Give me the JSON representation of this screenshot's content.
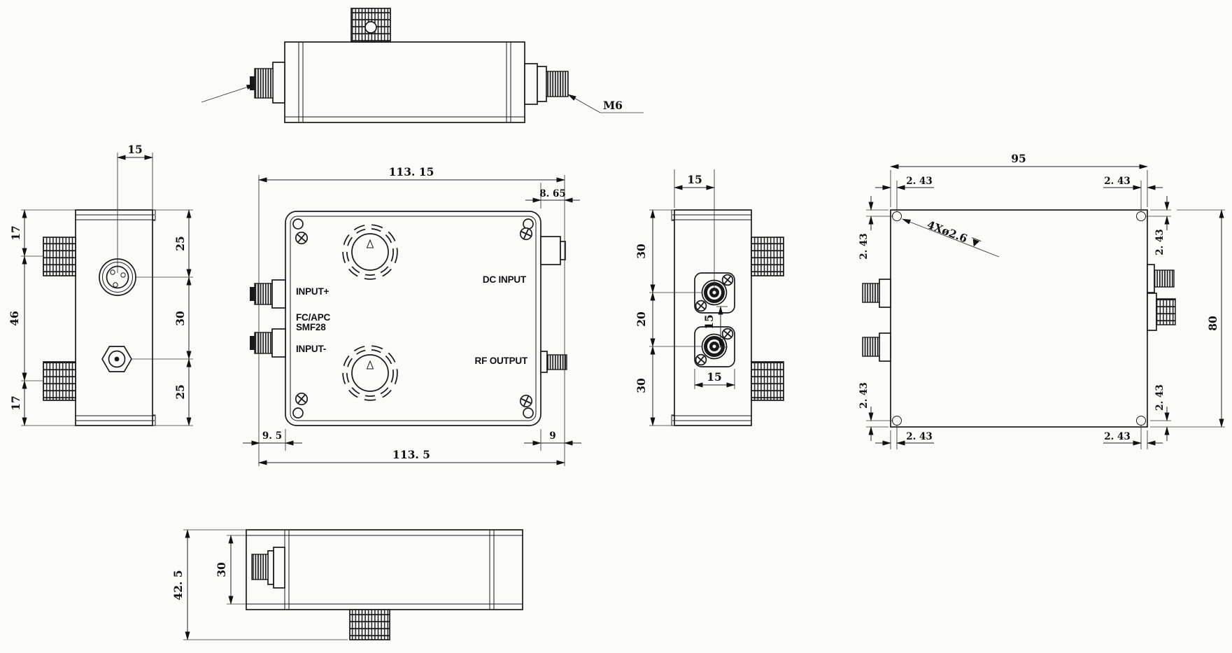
{
  "sheet": {
    "background": "#fbfbf9",
    "line_color": "#1a1a1a"
  },
  "top_view": {
    "thread_callout": "M6"
  },
  "left_view": {
    "dim_connector_offset": "15",
    "dim_left_top": "17",
    "dim_left_middle": "46",
    "dim_left_bottom": "17",
    "dim_right_top": "25",
    "dim_right_middle": "30",
    "dim_right_bottom": "25"
  },
  "front_view": {
    "dim_overall_width_top": "113. 15",
    "dim_dc_offset": "8. 65",
    "dim_fiber_offset": "9. 5",
    "dim_rf_offset": "9",
    "dim_overall_width_bottom": "113. 5",
    "label_input_plus": "INPUT+",
    "label_connector": "FC/APC",
    "label_fiber": "SMF28",
    "label_input_minus": "INPUT-",
    "label_dc_input": "DC INPUT",
    "label_rf_output": "RF OUTPUT"
  },
  "right_view": {
    "dim_connector_offset": "15",
    "dim_top_spacing": "30",
    "dim_middle_spacing": "20",
    "dim_bottom_spacing": "30",
    "dim_flange_width": "15",
    "dim_flange_height": "15"
  },
  "back_view": {
    "dim_width": "95",
    "dim_height": "80",
    "hole_callout": "4Xø2.6",
    "dim_tl_h": "2. 43",
    "dim_tl_v": "2. 43",
    "dim_tr_h": "2. 43",
    "dim_tr_v": "2. 43",
    "dim_bl_h": "2. 43",
    "dim_bl_v": "2. 43",
    "dim_br_h": "2. 43",
    "dim_br_v": "2. 43"
  },
  "bottom_view": {
    "dim_overall_height": "42. 5",
    "dim_body_height": "30"
  }
}
